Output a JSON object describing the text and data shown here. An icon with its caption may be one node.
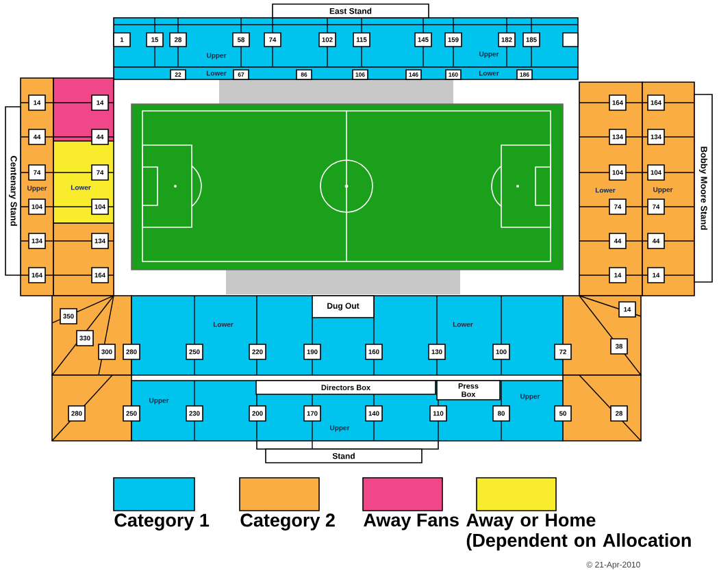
{
  "diagram": {
    "nodes": [
      {
        "text": [
          "East Stand"
        ]
      },
      {
        "text": [
          "Upper",
          "Upper"
        ]
      },
      {
        "text": [
          "1"
        ],
        "in": 1
      },
      {
        "text": [
          "15"
        ],
        "in": 1
      },
      {
        "text": [
          "28"
        ],
        "in": 1
      },
      {
        "text": [
          "58"
        ],
        "in": 1
      },
      {
        "text": [
          "74"
        ],
        "in": 1
      },
      {
        "text": [
          "102"
        ],
        "in": 1
      },
      {
        "text": [
          "115"
        ],
        "in": 1
      },
      {
        "text": [
          "145"
        ],
        "in": 1
      },
      {
        "text": [
          "159"
        ],
        "in": 1
      },
      {
        "text": [
          "182"
        ],
        "in": 1
      },
      {
        "text": [
          "185"
        ],
        "in": 1
      },
      {
        "text": [],
        "shape": "box",
        "in": 1
      },
      {
        "text": [
          "Lower",
          "Lower"
        ]
      },
      {
        "text": [
          "22"
        ],
        "in": 14
      },
      {
        "text": [
          "67"
        ],
        "in": 14
      },
      {
        "text": [
          "86"
        ],
        "in": 14
      },
      {
        "text": [
          "106"
        ],
        "in": 14
      },
      {
        "text": [
          "146"
        ],
        "in": 14
      },
      {
        "text": [
          "160"
        ],
        "in": 14
      },
      {
        "text": [
          "186"
        ],
        "in": 14
      },
      {
        "text": [
          "Centenary Stand"
        ]
      },
      {
        "text": [
          "Upper"
        ]
      },
      {
        "text": [
          "14"
        ],
        "in": 23
      },
      {
        "text": [
          "44"
        ],
        "in": 23
      },
      {
        "text": [
          "74"
        ],
        "in": 23
      },
      {
        "text": [
          "104"
        ],
        "in": 23
      },
      {
        "text": [
          "134"
        ],
        "in": 23
      },
      {
        "text": [
          "164"
        ],
        "in": 23
      },
      {
        "text": [],
        "shape": "box"
      },
      {
        "text": [
          "14"
        ],
        "in": 30
      },
      {
        "text": [
          "44"
        ]
      },
      {
        "text": [
          "Lower"
        ]
      },
      {
        "text": [
          "74"
        ],
        "in": 33
      },
      {
        "text": [
          "104"
        ],
        "in": 33
      },
      {
        "text": [],
        "shape": "box"
      },
      {
        "text": [
          "134"
        ],
        "in": 36
      },
      {
        "text": [
          "164"
        ],
        "in": 36
      },
      {
        "text": [
          "Lower"
        ]
      },
      {
        "text": [
          "164"
        ],
        "in": 39
      },
      {
        "text": [
          "134"
        ],
        "in": 39
      },
      {
        "text": [
          "104"
        ],
        "in": 39
      },
      {
        "text": [
          "74"
        ],
        "in": 39
      },
      {
        "text": [
          "44"
        ],
        "in": 39
      },
      {
        "text": [
          "14"
        ],
        "in": 39
      },
      {
        "text": [
          "Upper"
        ]
      },
      {
        "text": [
          "164"
        ],
        "in": 46
      },
      {
        "text": [
          "134"
        ],
        "in": 46
      },
      {
        "text": [
          "104"
        ],
        "in": 46
      },
      {
        "text": [
          "74"
        ],
        "in": 46
      },
      {
        "text": [
          "44"
        ],
        "in": 46
      },
      {
        "text": [
          "14"
        ],
        "in": 46
      },
      {
        "text": [
          "Bobby Moore Stand"
        ]
      },
      {
        "text": [],
        "shape": "box"
      },
      {
        "text": [
          "350"
        ],
        "in": 54
      },
      {
        "text": [
          "330"
        ],
        "in": 54
      },
      {
        "text": [
          "300"
        ],
        "in": 54
      },
      {
        "text": [
          "280"
        ]
      },
      {
        "text": [
          "Lower",
          "Lower"
        ]
      },
      {
        "text": [
          "Dug Out"
        ],
        "in": 59
      },
      {
        "text": [
          "250"
        ],
        "in": 59
      },
      {
        "text": [
          "220"
        ],
        "in": 59
      },
      {
        "text": [
          "190"
        ],
        "in": 59
      },
      {
        "text": [
          "160"
        ],
        "in": 59
      },
      {
        "text": [
          "130"
        ],
        "in": 59
      },
      {
        "text": [
          "100"
        ],
        "in": 59
      },
      {
        "text": [
          "72"
        ]
      },
      {
        "text": [],
        "shape": "box"
      },
      {
        "text": [
          "14"
        ],
        "in": 68
      },
      {
        "text": [
          "38"
        ],
        "in": 68
      },
      {
        "text": [],
        "shape": "box"
      },
      {
        "text": [
          "280"
        ],
        "in": 71
      },
      {
        "text": [
          "250"
        ]
      },
      {
        "text": [
          "Upper",
          "Upper",
          "Upper"
        ]
      },
      {
        "text": [
          "Directors Box"
        ],
        "in": 74
      },
      {
        "text": [
          "Press Box"
        ],
        "in": 74
      },
      {
        "text": [
          "230"
        ],
        "in": 74
      },
      {
        "text": [
          "200"
        ],
        "in": 74
      },
      {
        "text": [
          "170"
        ],
        "in": 74
      },
      {
        "text": [
          "140"
        ],
        "in": 74
      },
      {
        "text": [
          "110"
        ],
        "in": 74
      },
      {
        "text": [
          "80"
        ],
        "in": 74
      },
      {
        "text": [
          "50"
        ]
      },
      {
        "text": [],
        "shape": "box"
      },
      {
        "text": [
          "28"
        ],
        "in": 84
      },
      {
        "text": [
          "Stand"
        ]
      }
    ],
    "labels": [
      "© 21-Apr-2010"
    ],
    "legend": [
      {
        "text": "Category 1",
        "color": "#00c4ee"
      },
      {
        "text": "Category 2",
        "color": "#f9ad43"
      },
      {
        "text": "Away Fans",
        "color": "#f0478b"
      },
      {
        "text": "Away or Home (Dependent on Allocation",
        "color": "#f8ec2d"
      }
    ]
  }
}
